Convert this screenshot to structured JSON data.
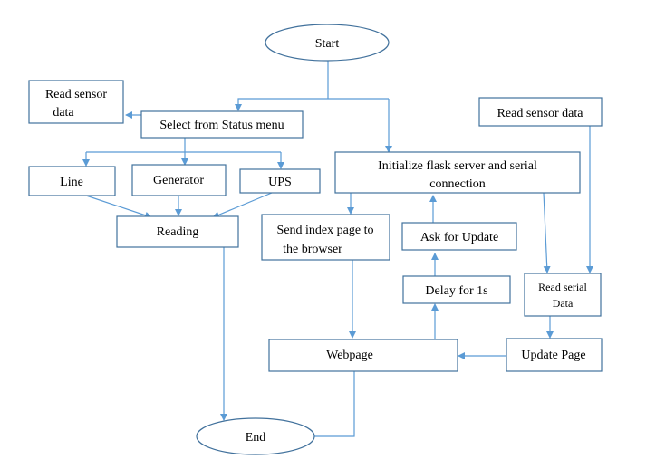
{
  "diagram": {
    "start": "Start",
    "end": "End",
    "read_sensor_left": [
      "Read sensor",
      "data"
    ],
    "select_status": "Select from Status menu",
    "line": "Line",
    "generator": "Generator",
    "ups": "UPS",
    "reading": "Reading",
    "init_flask": [
      "Initialize flask server and serial",
      "connection"
    ],
    "send_index": [
      "Send index page to",
      "the browser"
    ],
    "ask_update": "Ask for Update",
    "delay": "Delay for 1s",
    "read_sensor_right": "Read sensor data",
    "read_serial": [
      "Read serial",
      "Data"
    ],
    "update_page": "Update Page",
    "webpage": "Webpage"
  },
  "colors": {
    "node_border": "#41719c",
    "connector": "#5b9bd5",
    "text": "#000000"
  }
}
